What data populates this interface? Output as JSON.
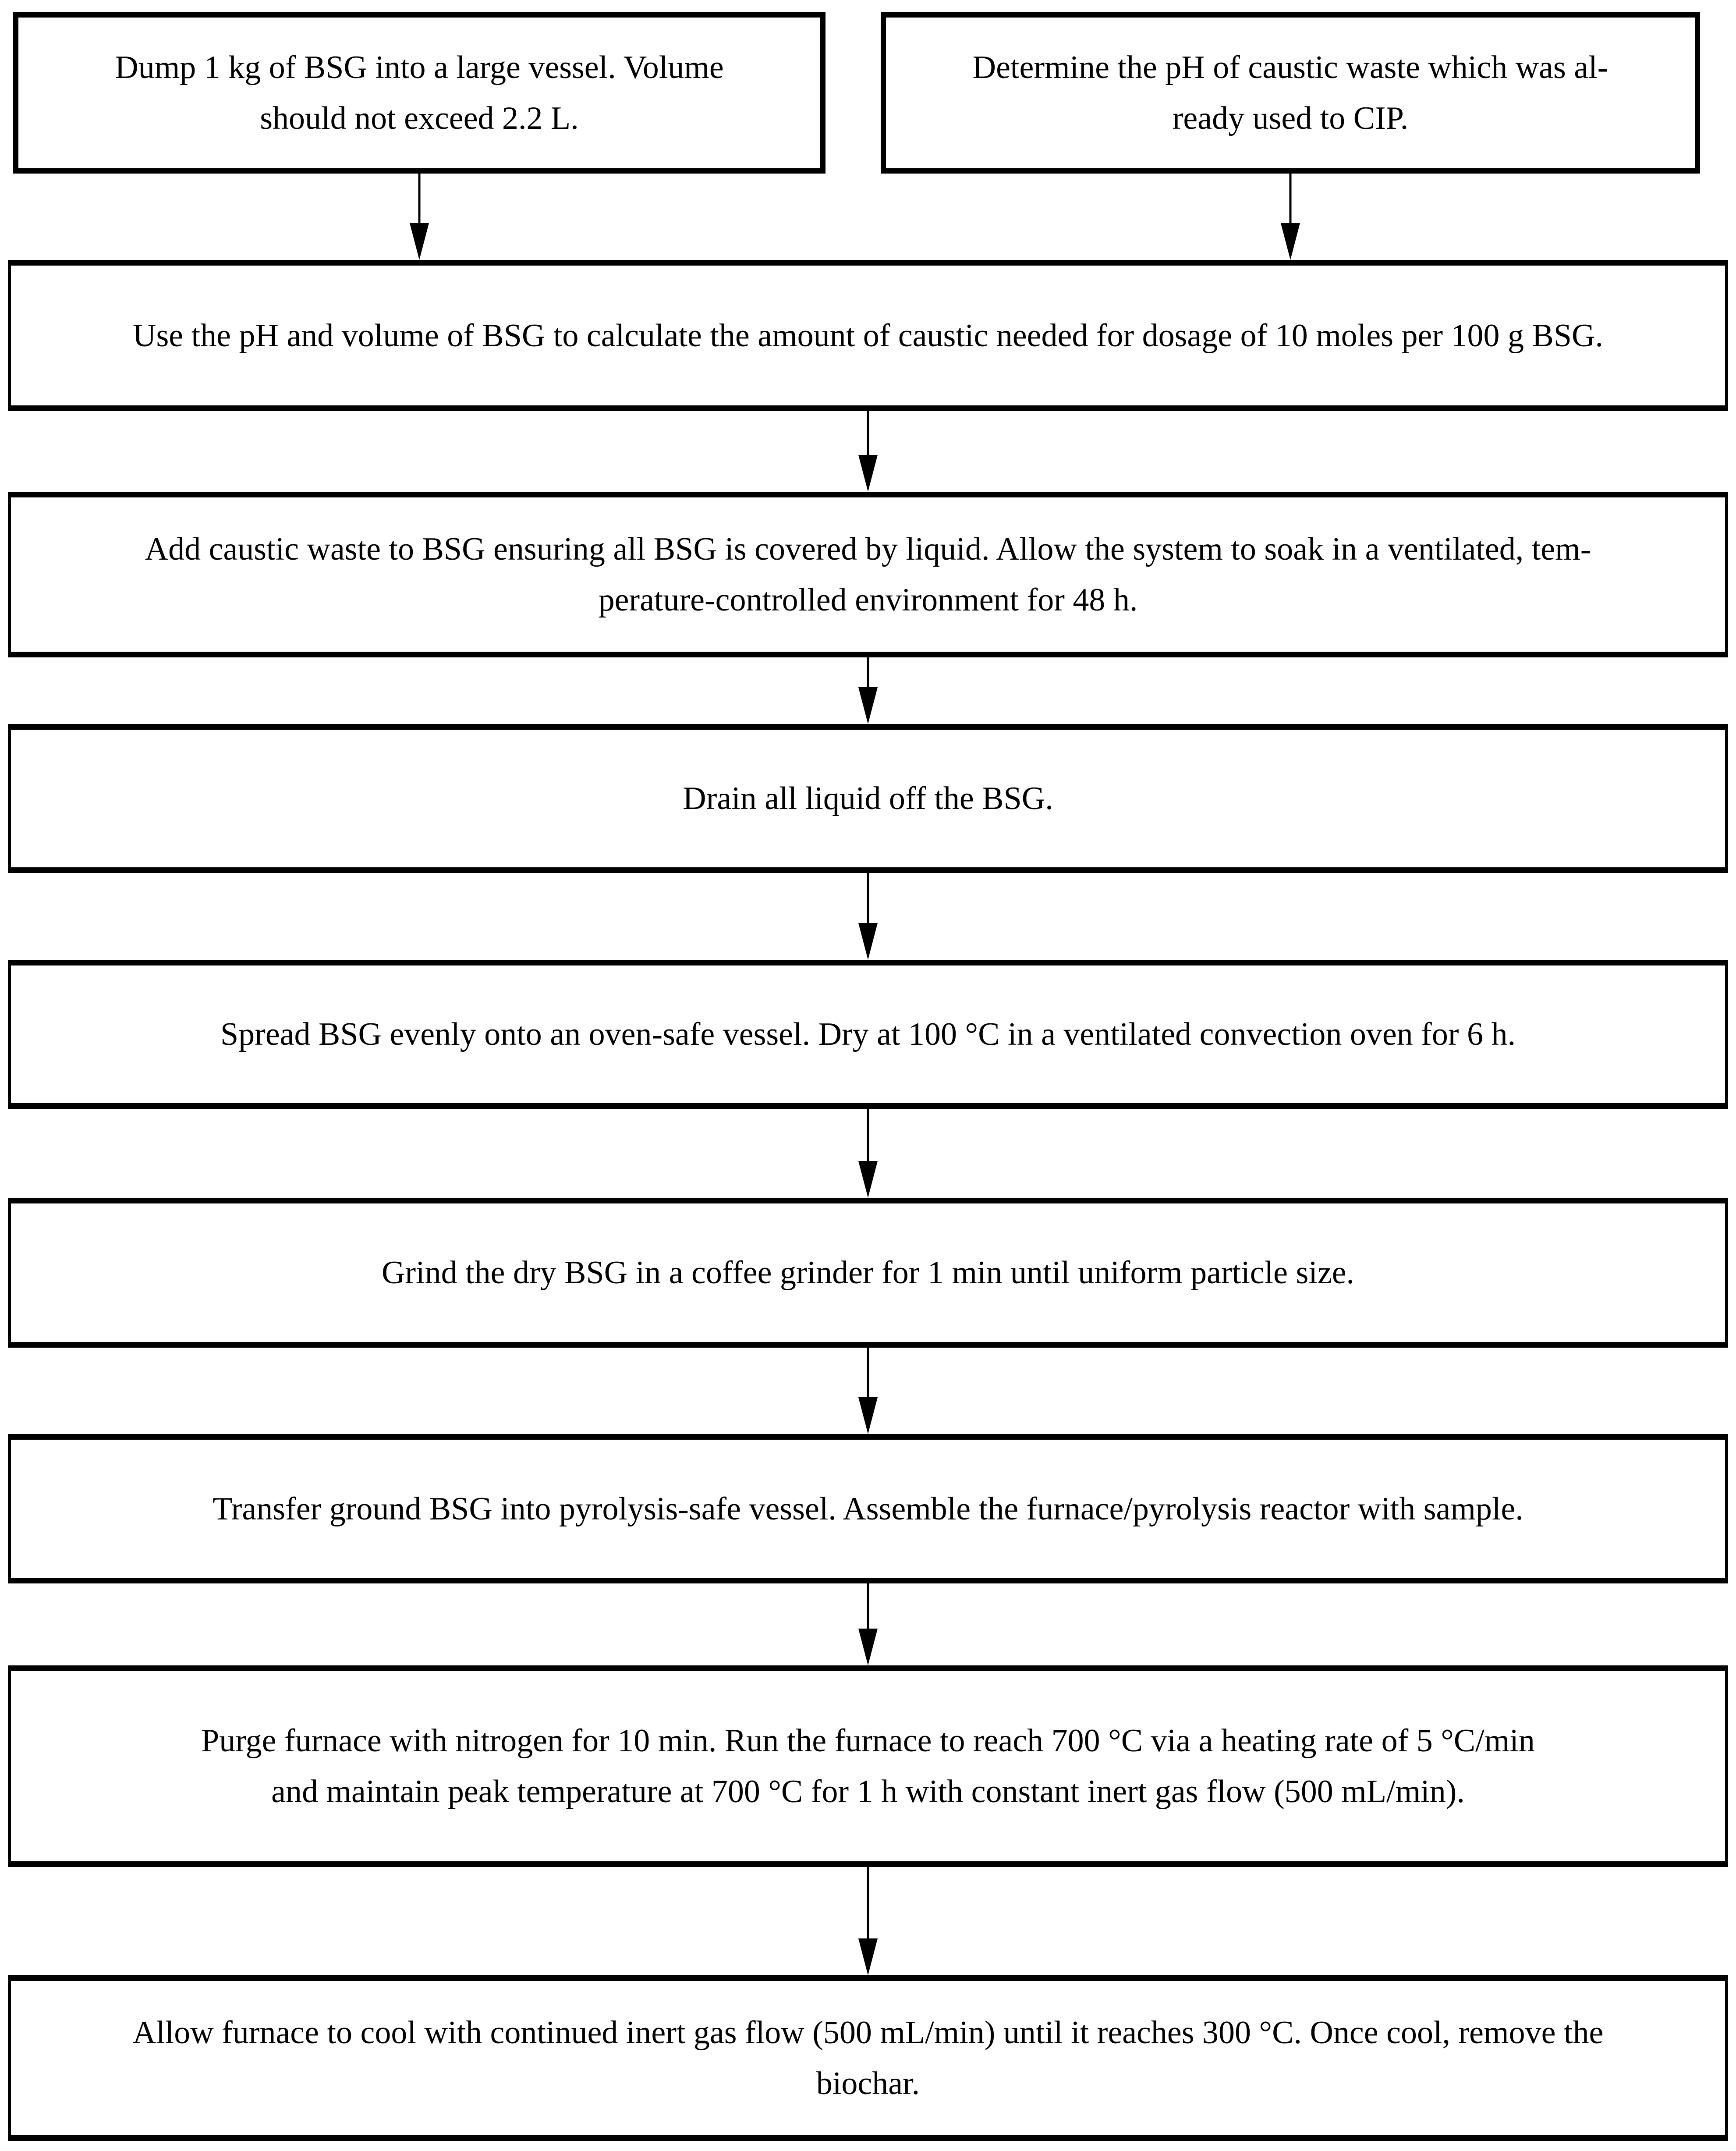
{
  "diagram": {
    "type": "flowchart",
    "colors": {
      "background": "#ffffff",
      "box_border": "#000000",
      "text": "#000000",
      "arrow": "#000000"
    },
    "nodes": [
      {
        "id": "dump-bsg",
        "text": "Dump 1 kg of BSG into a large vessel. Volume\nshould not exceed 2.2 L."
      },
      {
        "id": "determine-ph",
        "text": "Determine the pH of caustic waste which was al-\nready used to CIP."
      },
      {
        "id": "calculate-caustic",
        "text": "Use the pH and volume of BSG to calculate the amount of caustic needed for dosage of 10 moles per 100 g BSG."
      },
      {
        "id": "soak-48h",
        "text": "Add caustic waste to BSG ensuring all BSG is covered by liquid. Allow the system to soak in a ventilated, tem-\nperature-controlled environment for 48 h."
      },
      {
        "id": "drain-liquid",
        "text": "Drain all liquid off the BSG."
      },
      {
        "id": "oven-dry",
        "text": "Spread BSG evenly onto an oven-safe vessel. Dry at 100 °C in a ventilated convection oven for 6 h."
      },
      {
        "id": "grind",
        "text": "Grind the dry BSG in a coffee grinder for 1 min until uniform particle size."
      },
      {
        "id": "assemble-reactor",
        "text": "Transfer ground BSG into pyrolysis-safe vessel. Assemble the furnace/pyrolysis reactor with sample."
      },
      {
        "id": "pyrolysis-700c",
        "text": "Purge furnace with nitrogen for 10 min. Run the furnace to reach 700 °C via a heating rate of 5 °C/min\nand maintain peak temperature at 700 °C for 1 h with constant inert gas flow (500 mL/min)."
      },
      {
        "id": "cool-remove-biochar",
        "text": "Allow furnace to cool with continued inert gas flow (500 mL/min) until it reaches 300 °C. Once cool, remove the\nbiochar."
      }
    ],
    "edges": [
      {
        "from": "dump-bsg",
        "to": "calculate-caustic"
      },
      {
        "from": "determine-ph",
        "to": "calculate-caustic"
      },
      {
        "from": "calculate-caustic",
        "to": "soak-48h"
      },
      {
        "from": "soak-48h",
        "to": "drain-liquid"
      },
      {
        "from": "drain-liquid",
        "to": "oven-dry"
      },
      {
        "from": "oven-dry",
        "to": "grind"
      },
      {
        "from": "grind",
        "to": "assemble-reactor"
      },
      {
        "from": "assemble-reactor",
        "to": "pyrolysis-700c"
      },
      {
        "from": "pyrolysis-700c",
        "to": "cool-remove-biochar"
      }
    ]
  }
}
